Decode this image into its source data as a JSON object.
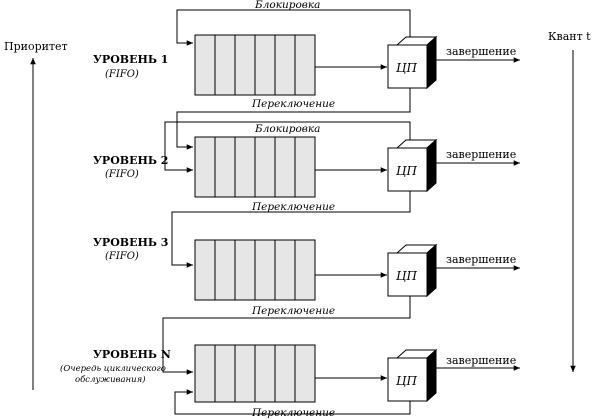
{
  "priority_label": "Приоритет",
  "quantum_label": "Квант t",
  "cpu_label": "ЦП",
  "levels": [
    {
      "title": "УРОВЕНЬ 1",
      "note": "(FIFO)",
      "block_label": "Блокировка",
      "switch_label": "Переключение",
      "finish_label": "завершение"
    },
    {
      "title": "УРОВЕНЬ 2",
      "note": "(FIFO)",
      "block_label": "Блокировка",
      "switch_label": "Переключение",
      "finish_label": "завершение"
    },
    {
      "title": "УРОВЕНЬ 3",
      "note": "(FIFO)",
      "switch_label": "Переключение",
      "finish_label": "завершение"
    },
    {
      "title": "УРОВЕНЬ N",
      "note_line1": "(Очередь циклического",
      "note_line2": "обслуживания)",
      "switch_label": "Переключение",
      "finish_label": "завершение"
    }
  ]
}
